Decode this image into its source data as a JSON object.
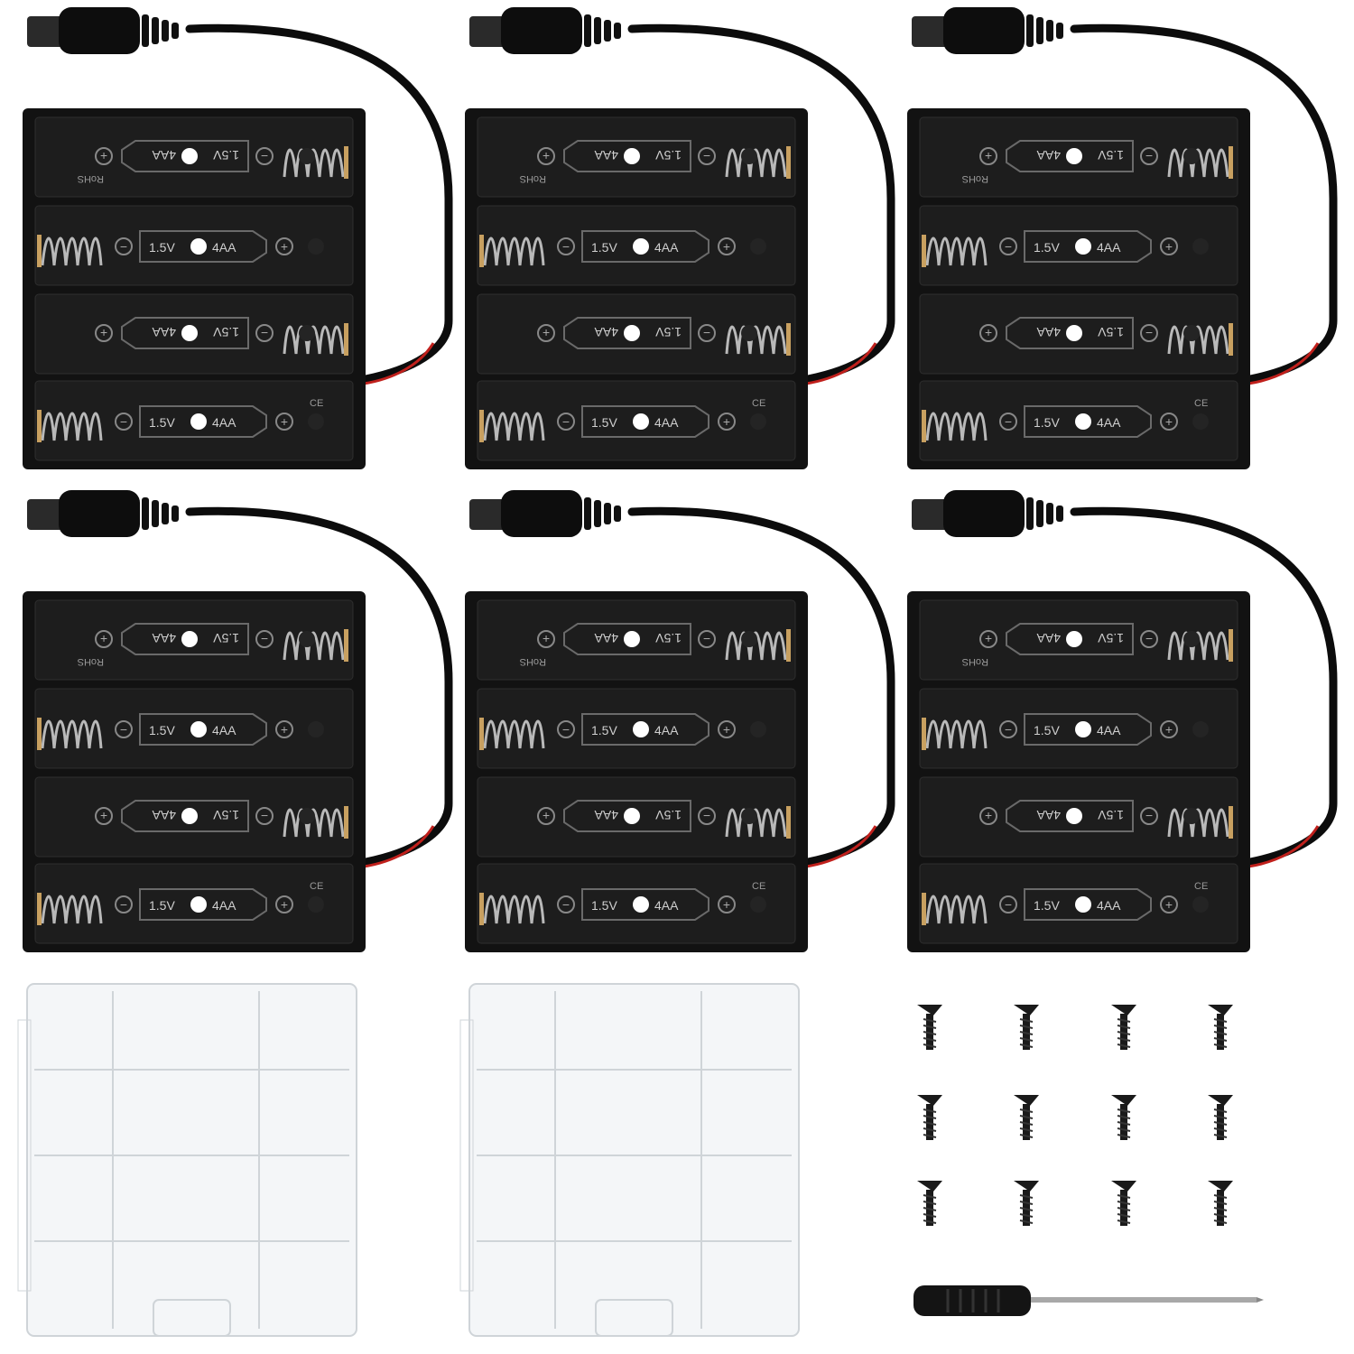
{
  "product": {
    "holder_count": 6,
    "cell_voltage_label": "1.5V",
    "battery_label": "4AA",
    "rohs_label": "RoHS",
    "ce_label": "CE",
    "plus_symbol": "+",
    "minus_symbol": "−",
    "case_count": 2,
    "screw_count": 12,
    "screwdriver_count": 1
  },
  "colors": {
    "holder": "#121212",
    "slot": "#1d1d1d",
    "spring": "#b9b9b9",
    "contact": "#c8a060",
    "red_wire": "#c0201c",
    "case": "#f4f6f8",
    "case_edge": "#cfd4d8",
    "screw": "#1a1a1a"
  }
}
